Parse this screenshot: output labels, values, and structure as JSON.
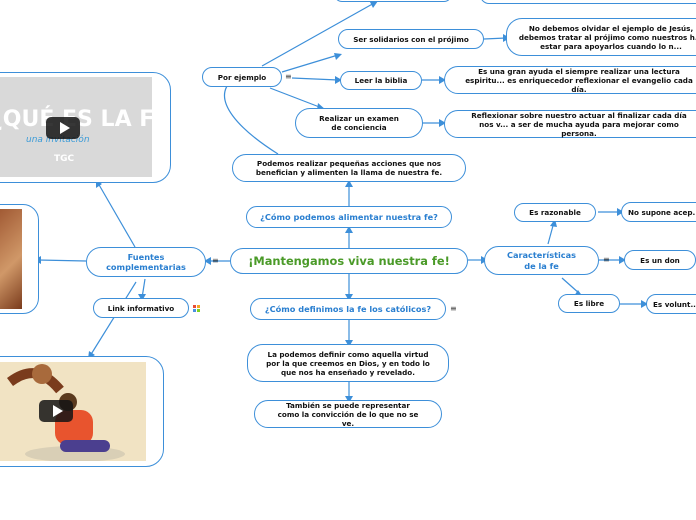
{
  "central_topic": "¡Mantengamos viva nuestra fe!",
  "branches": {
    "como_alimentar": {
      "label": "¿Cómo podemos alimentar nuestra fe?",
      "detail": "Podemos realizar pequeñas acciones que nos benefician y alimenten la llama de nuestra fe.",
      "por_ejemplo": {
        "label": "Por ejemplo",
        "items": [
          {
            "label": "Ser solidarios con el prójimo",
            "detail": "No debemos olvidar el ejemplo de Jesús, debemos tratar al prójimo como nuestros h... estar para apoyarlos cuando lo n..."
          },
          {
            "label": "Leer la biblia",
            "detail": "Es una gran ayuda el siempre realizar una lectura espiritu... es enriquecedor reflexionar el evangelio cada día."
          },
          {
            "label": "Realizar un examen de conciencia",
            "detail": "Reflexionar sobre nuestro actuar al finalizar cada día nos v... a ser de mucha ayuda para mejorar como persona."
          }
        ]
      }
    },
    "como_definimos": {
      "label": "¿Cómo definimos la fe los católicos?",
      "details": [
        "La podemos definir como aquella virtud por la que creemos en Dios, y en todo lo que nos ha enseñado y revelado.",
        "También se puede representar como la convicción de lo que no se ve."
      ]
    },
    "caracteristicas": {
      "label": "Características de la fe",
      "items": [
        {
          "label": "Es razonable",
          "detail": "No supone acep..."
        },
        {
          "label": "Es un don",
          "detail": ""
        },
        {
          "label": "Es libre",
          "detail": "Es volunt..."
        }
      ]
    },
    "fuentes": {
      "label": "Fuentes complementarias",
      "link_label": "Link informativo"
    }
  },
  "video_1": {
    "title_text": "¿QUÉ ES LA FE?",
    "subtitle_text": "una invitación",
    "logo_text": "TGC"
  },
  "icons": {
    "menu": "≡",
    "link_icon": "external-link-icon",
    "play": "play-icon"
  },
  "colors": {
    "border": "#3d8fd9",
    "central_text": "#4a9a28",
    "blue_text": "#2a7fd0"
  }
}
